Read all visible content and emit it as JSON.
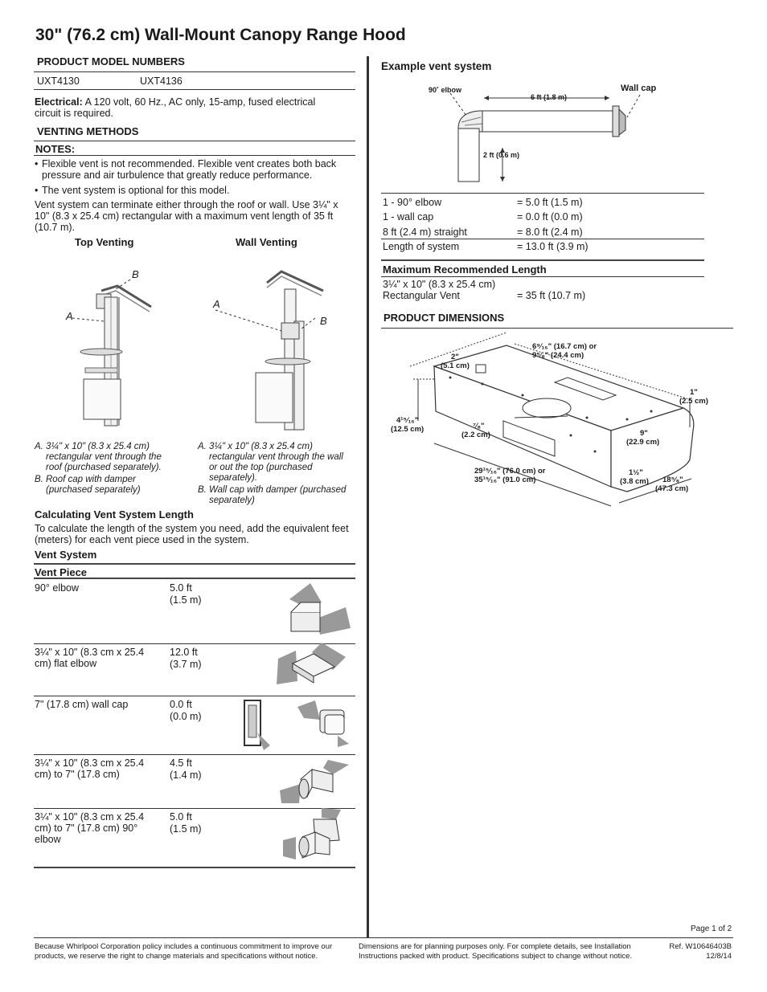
{
  "title": "30\" (76.2 cm) Wall-Mount Canopy Range Hood",
  "left": {
    "model_heading": "PRODUCT MODEL NUMBERS",
    "models": [
      "UXT4130",
      "UXT4136"
    ],
    "electrical_label": "Electrical:",
    "electrical_text": "A 120 volt, 60 Hz., AC only, 15-amp, fused electrical circuit is required.",
    "venting_heading": "VENTING METHODS",
    "notes_heading": "NOTES:",
    "notes": [
      "Flexible vent is not recommended. Flexible vent creates both back pressure and air turbulence that greatly reduce performance.",
      "The vent system is optional for this model."
    ],
    "vent_paragraph": "Vent system can terminate either through the roof or wall. Use 3¼\" x 10\" (8.3 x 25.4 cm) rectangular with a maximum vent length of 35 ft (10.7 m).",
    "top_venting_label": "Top Venting",
    "wall_venting_label": "Wall Venting",
    "letter_a": "A",
    "letter_b": "B",
    "top_caption_a_key": "A.",
    "top_caption_a": "3¼\" x 10\" (8.3 x 25.4 cm) rectangular vent through the roof (purchased separately).",
    "top_caption_b_key": "B.",
    "top_caption_b": "Roof cap with damper (purchased separately)",
    "wall_caption_a_key": "A.",
    "wall_caption_a": "3¼\" x 10\" (8.3 x 25.4 cm) rectangular vent through the wall or out the top (purchased separately).",
    "wall_caption_b_key": "B.",
    "wall_caption_b": "Wall cap with damper (purchased separately)",
    "calc_heading": "Calculating Vent System Length",
    "calc_text": "To calculate the length of the system you need, add the equivalent feet (meters) for each vent piece used in the system.",
    "vent_system_heading": "Vent System",
    "vent_piece_heading": "Vent Piece",
    "pieces": [
      {
        "name": "90° elbow",
        "ft": "5.0 ft",
        "m": "(1.5 m)"
      },
      {
        "name": "3¼\" x 10\" (8.3 cm x 25.4 cm) flat elbow",
        "ft": "12.0 ft",
        "m": "(3.7 m)"
      },
      {
        "name": "7\" (17.8 cm) wall cap",
        "ft": "0.0 ft",
        "m": "(0.0 m)"
      },
      {
        "name": "3¼\" x 10\" (8.3 cm x 25.4 cm) to 7\" (17.8 cm)",
        "ft": "4.5 ft",
        "m": "(1.4 m)"
      },
      {
        "name": "3¼\" x 10\" (8.3 cm x 25.4 cm) to 7\" (17.8 cm) 90° elbow",
        "ft": "5.0 ft",
        "m": "(1.5 m)"
      }
    ]
  },
  "right": {
    "example_heading": "Example vent system",
    "diagram": {
      "elbow": "90˚ elbow",
      "wallcap": "Wall cap",
      "six_ft": "6 ft (1.8 m)",
      "two_ft": "2 ft (0.6 m)"
    },
    "calc_rows": [
      {
        "item": "1 - 90° elbow",
        "value": "= 5.0 ft (1.5 m)"
      },
      {
        "item": "1 - wall cap",
        "value": "= 0.0 ft (0.0 m)"
      },
      {
        "item": "8 ft (2.4 m) straight",
        "value": "= 8.0 ft (2.4 m)"
      },
      {
        "item": "Length of system",
        "value": "= 13.0 ft (3.9 m)"
      }
    ],
    "max_heading": "Maximum Recommended Length",
    "max_item_line1": "3¼\" x 10\" (8.3 x 25.4 cm)",
    "max_item_line2": "Rectangular Vent",
    "max_value": "= 35 ft (10.7 m)",
    "dims_heading": "PRODUCT DIMENSIONS",
    "dims": {
      "d1": "6⁹⁄₁₆\" (16.7 cm) or",
      "d1b": "9⁵⁄₈\" (24.4 cm)",
      "d2": "2\"",
      "d2b": "(5.1 cm)",
      "d3": "1\"",
      "d3b": "(2.5 cm)",
      "d4": "4¹⁵⁄₁₆\"",
      "d4b": "(12.5 cm)",
      "d5": "⁷⁄₈\"",
      "d5b": "(2.2 cm)",
      "d6": "9\"",
      "d6b": "(22.9 cm)",
      "d7": "29¹⁵⁄₁₆\" (76.0 cm) or",
      "d7b": "35¹⁵⁄₁₆\" (91.0 cm)",
      "d8": "1½\"",
      "d8b": "(3.8 cm)",
      "d9": "18⁵⁄₈\"",
      "d9b": "(47.3 cm)"
    },
    "page": "Page 1 of 2"
  },
  "footer": {
    "left": "Because Whirlpool Corporation policy includes a continuous commitment to improve our products, we reserve the right to change materials and specifications without notice.",
    "middle": "Dimensions are for planning purposes only. For complete details, see Installation Instructions packed with product. Specifications subject to change without notice.",
    "ref": "Ref. W10646403B",
    "date": "12/8/14"
  }
}
